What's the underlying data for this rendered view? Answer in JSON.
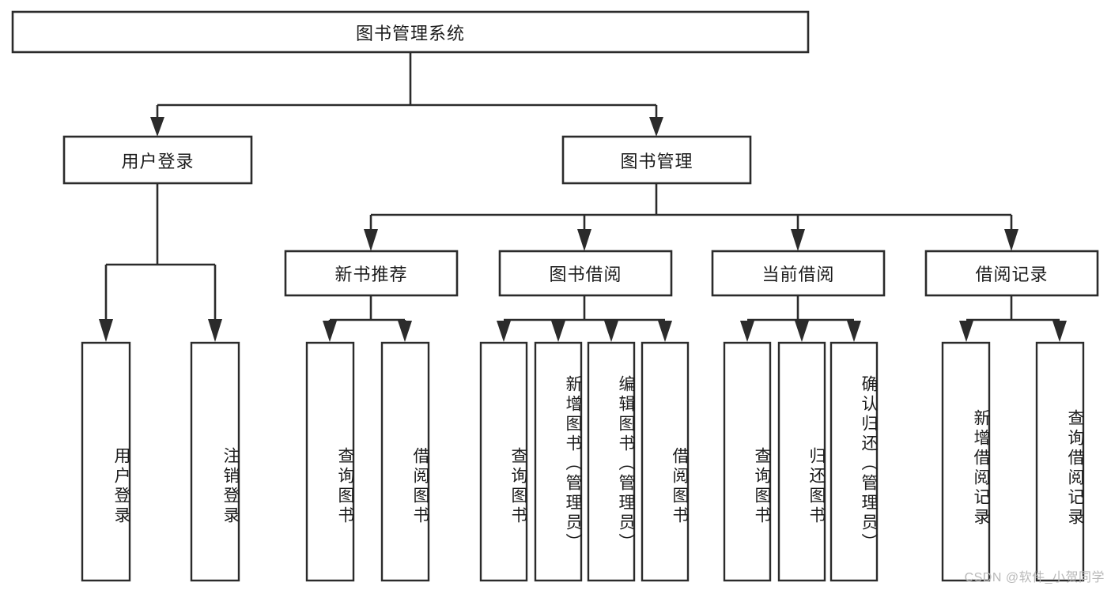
{
  "diagram": {
    "type": "tree",
    "title": "图书管理系统",
    "watermark": "CSDN @软件_小贺同学",
    "root": {
      "id": "root",
      "label": "图书管理系统",
      "orientation": "horizontal"
    },
    "level2": [
      {
        "id": "user-login",
        "label": "用户登录",
        "orientation": "horizontal"
      },
      {
        "id": "book-manage",
        "label": "图书管理",
        "orientation": "horizontal"
      }
    ],
    "level3": [
      {
        "id": "new-book-recommend",
        "label": "新书推荐",
        "orientation": "horizontal",
        "parent": "book-manage"
      },
      {
        "id": "book-borrow",
        "label": "图书借阅",
        "orientation": "horizontal",
        "parent": "book-manage"
      },
      {
        "id": "current-borrow",
        "label": "当前借阅",
        "orientation": "horizontal",
        "parent": "book-manage"
      },
      {
        "id": "borrow-record",
        "label": "借阅记录",
        "orientation": "horizontal",
        "parent": "book-manage"
      }
    ],
    "leaves": [
      {
        "id": "leaf-user-login",
        "label": "用户登录",
        "orientation": "vertical",
        "parent": "user-login"
      },
      {
        "id": "leaf-logout",
        "label": "注销登录",
        "orientation": "vertical",
        "parent": "user-login"
      },
      {
        "id": "leaf-query-book-1",
        "label": "查询图书",
        "orientation": "vertical",
        "parent": "new-book-recommend"
      },
      {
        "id": "leaf-borrow-book-1",
        "label": "借阅图书",
        "orientation": "vertical",
        "parent": "new-book-recommend"
      },
      {
        "id": "leaf-query-book-2",
        "label": "查询图书",
        "orientation": "vertical",
        "parent": "book-borrow"
      },
      {
        "id": "leaf-add-book",
        "label": "新增图书（管理员）",
        "orientation": "vertical",
        "parent": "book-borrow"
      },
      {
        "id": "leaf-edit-book",
        "label": "编辑图书（管理员）",
        "orientation": "vertical",
        "parent": "book-borrow"
      },
      {
        "id": "leaf-borrow-book-2",
        "label": "借阅图书",
        "orientation": "vertical",
        "parent": "book-borrow"
      },
      {
        "id": "leaf-query-book-3",
        "label": "查询图书",
        "orientation": "vertical",
        "parent": "current-borrow"
      },
      {
        "id": "leaf-return-book",
        "label": "归还图书",
        "orientation": "vertical",
        "parent": "current-borrow"
      },
      {
        "id": "leaf-confirm-return",
        "label": "确认归还（管理员）",
        "orientation": "vertical",
        "parent": "current-borrow"
      },
      {
        "id": "leaf-add-record",
        "label": "新增借阅记录",
        "orientation": "vertical",
        "parent": "borrow-record"
      },
      {
        "id": "leaf-query-record",
        "label": "查询借阅记录",
        "orientation": "vertical",
        "parent": "borrow-record"
      }
    ],
    "colors": {
      "stroke": "#2b2b2b",
      "fill": "#ffffff",
      "text": "#1b1b1b",
      "watermark": "#b9b9b9",
      "background": "#ffffff"
    }
  }
}
